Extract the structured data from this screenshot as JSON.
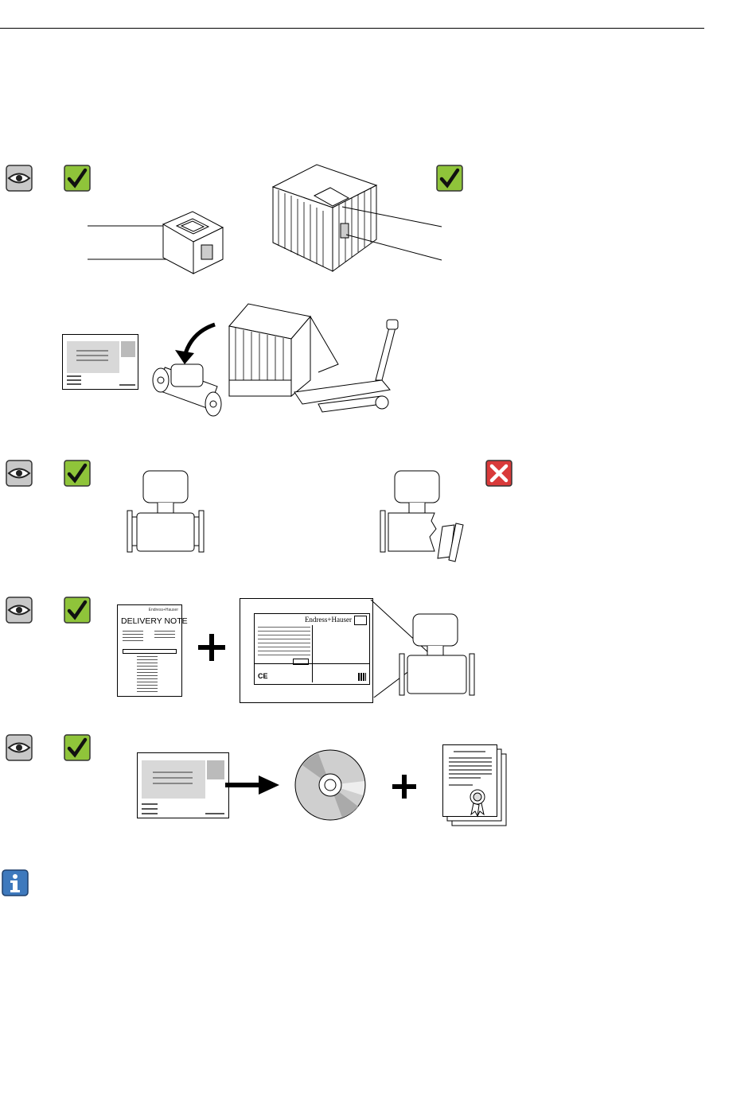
{
  "page": {
    "sections": [
      {
        "id": "packaging",
        "left_status": "ok",
        "right_status": "ok"
      },
      {
        "id": "delivery",
        "status": "ok"
      },
      {
        "id": "damage",
        "left_status": "ok",
        "right_status": "not-ok"
      },
      {
        "id": "nameplate",
        "status": "ok"
      },
      {
        "id": "documentation",
        "status": "ok"
      }
    ]
  },
  "delivery_note": {
    "title": "DELIVERY NOTE",
    "brand": "Endress+Hauser"
  },
  "nameplate": {
    "brand": "Endress+Hauser",
    "ce_mark": "CE"
  },
  "colors": {
    "check_bg": "#8fc43a",
    "cross_bg": "#d93a3a",
    "info_bg": "#3e79bd",
    "eye_bg": "#c8c8c8"
  }
}
